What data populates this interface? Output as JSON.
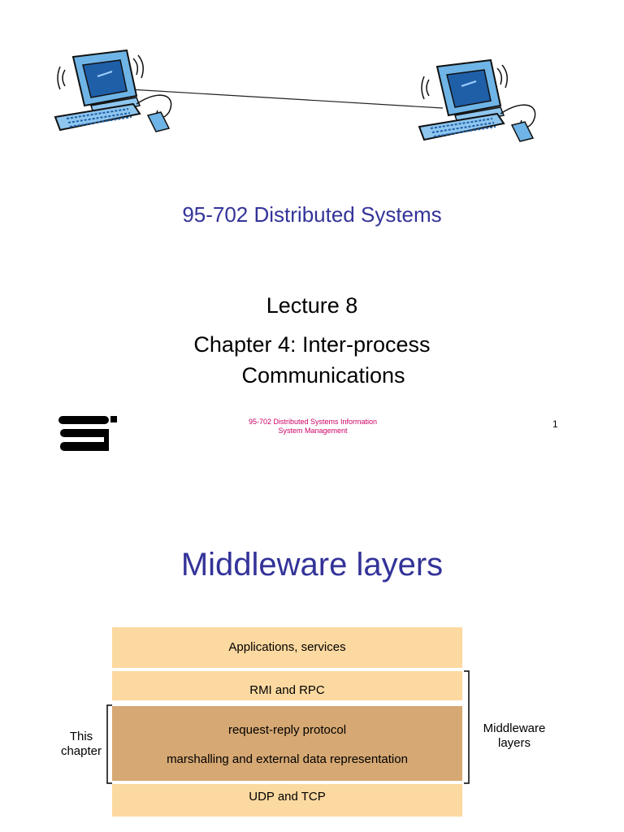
{
  "slide1": {
    "course_title": "95-702 Distributed Systems",
    "lecture": "Lecture 8",
    "chapter_line1": "Chapter 4: Inter-process",
    "chapter_line2": "Communications",
    "footer_line1": "95-702 Distributed Systems Information",
    "footer_line2": "System Management",
    "page_number": "1",
    "icons": [
      "computer-icon",
      "computer-icon",
      "logo-icon"
    ]
  },
  "slide2": {
    "title": "Middleware layers",
    "layers": {
      "applications": "Applications, services",
      "rmi_rpc": "RMI and RPC",
      "request_reply": "request-reply protocol",
      "marshalling": "marshalling and external data representation",
      "udp_tcp": "UDP and TCP"
    },
    "this_chapter_line1": "This",
    "this_chapter_line2": "chapter",
    "middleware_line1": "Middleware",
    "middleware_line2": "layers",
    "colors": {
      "light_layer": "#fcd9a0",
      "dark_layer": "#d6a873",
      "title": "#333399",
      "footer": "#cc0066"
    }
  }
}
